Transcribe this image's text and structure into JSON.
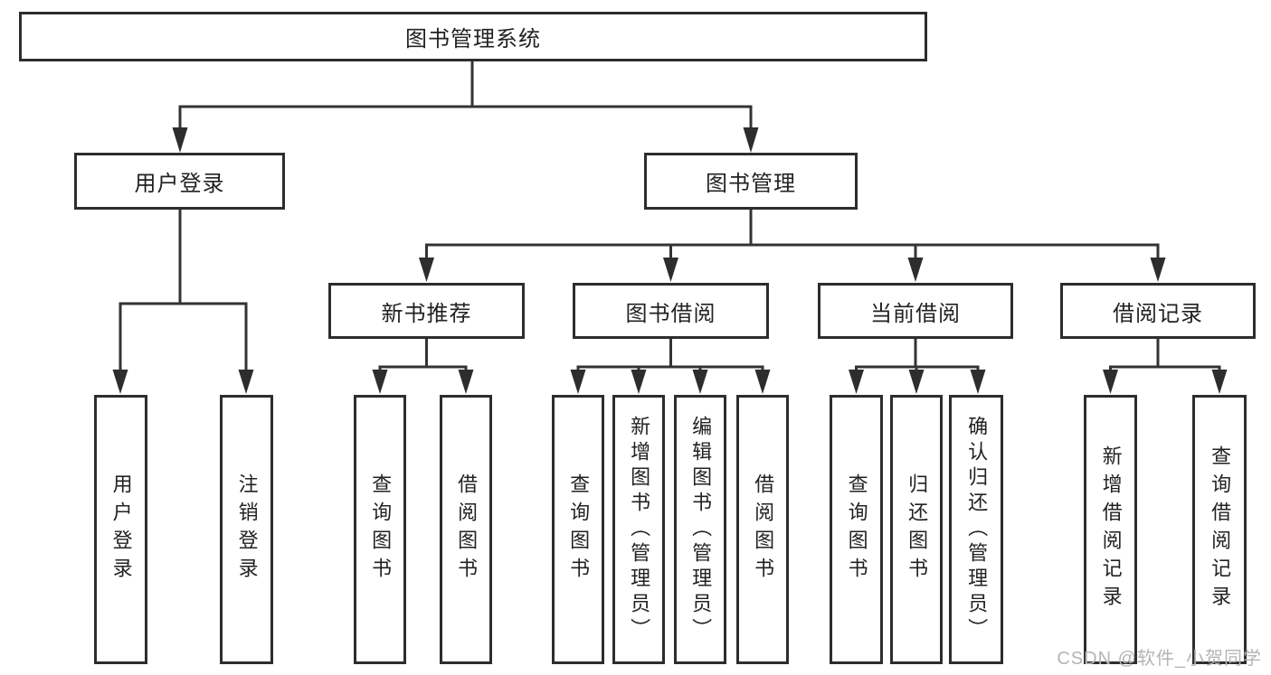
{
  "tree": {
    "root": {
      "label": "图书管理系统"
    },
    "branches": [
      {
        "label": "用户登录",
        "children": [
          {
            "label": "用户登录"
          },
          {
            "label": "注销登录"
          }
        ]
      },
      {
        "label": "图书管理",
        "children": [
          {
            "label": "新书推荐",
            "children": [
              {
                "label": "查询图书"
              },
              {
                "label": "借阅图书"
              }
            ]
          },
          {
            "label": "图书借阅",
            "children": [
              {
                "label": "查询图书"
              },
              {
                "label": "新增图书（管理员）"
              },
              {
                "label": "编辑图书（管理员）"
              },
              {
                "label": "借阅图书"
              }
            ]
          },
          {
            "label": "当前借阅",
            "children": [
              {
                "label": "查询图书"
              },
              {
                "label": "归还图书"
              },
              {
                "label": "确认归还（管理员）"
              }
            ]
          },
          {
            "label": "借阅记录",
            "children": [
              {
                "label": "新增借阅记录"
              },
              {
                "label": "查询借阅记录"
              }
            ]
          }
        ]
      }
    ]
  },
  "watermark": {
    "text": "CSDN @软件_小贺同学"
  },
  "colors": {
    "line": "#333333",
    "arrow": "#2d2d2d",
    "box_border": "#2d2d2d",
    "text": "#222222",
    "watermark": "#b4b4b4",
    "background": "#ffffff"
  }
}
